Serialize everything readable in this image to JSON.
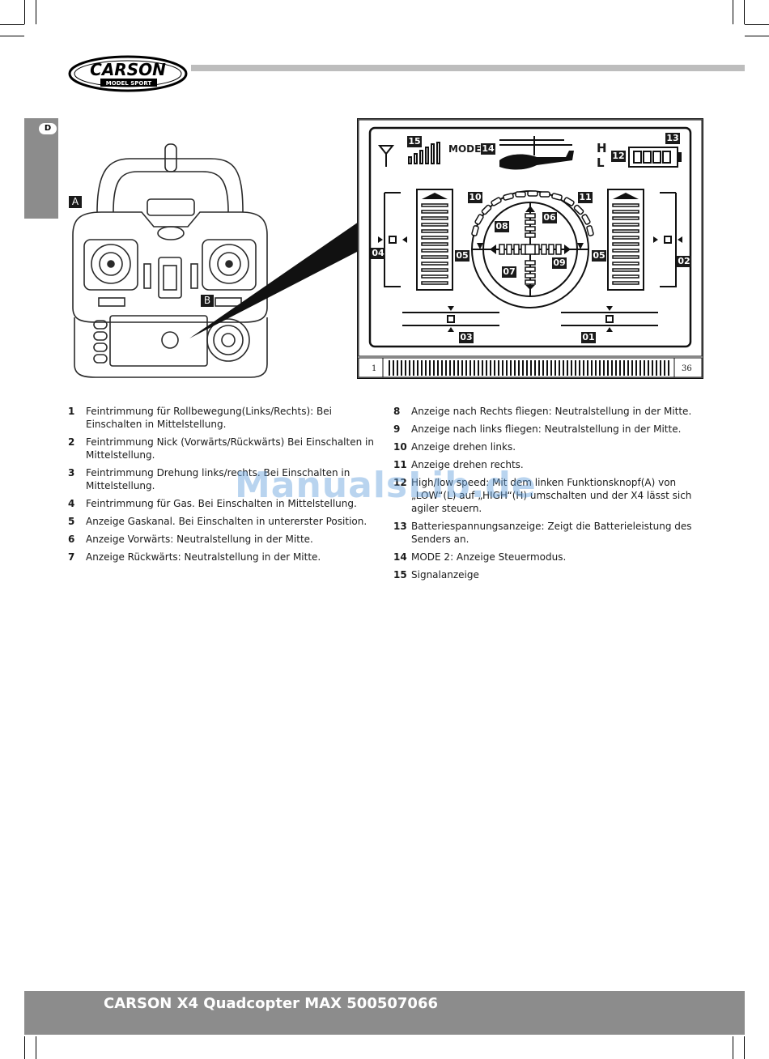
{
  "brand": {
    "name": "CARSON",
    "subname": "MODEL SPORT"
  },
  "side_tab": {
    "language": "D"
  },
  "figure": {
    "label_a": "A",
    "label_b": "B",
    "lcd": {
      "mode_text": "MODE1",
      "h_label": "H",
      "l_label": "L",
      "tags": [
        "15",
        "14",
        "13",
        "12",
        "10",
        "11",
        "08",
        "06",
        "04",
        "05",
        "05",
        "02",
        "07",
        "09",
        "03",
        "01"
      ],
      "scale_left": "1",
      "scale_right": "36"
    }
  },
  "legend_left": [
    {
      "num": "1",
      "text": "Feintrimmung für Rollbewegung(Links/Rechts): Bei Einschalten in Mittelstellung."
    },
    {
      "num": "2",
      "text": "Feintrimmung Nick (Vorwärts/Rückwärts) Bei Einschalten in Mittelstellung."
    },
    {
      "num": "3",
      "text": "Feintrimmung Drehung links/rechts. Bei Einschalten in Mittel­stellung."
    },
    {
      "num": "4",
      "text": "Feintrimmung für Gas. Bei Einschalten in Mittelstellung."
    },
    {
      "num": "5",
      "text": "Anzeige Gaskanal. Bei Einschalten in untererster Position."
    },
    {
      "num": "6",
      "text": "Anzeige Vorwärts: Neutralstellung in der Mitte."
    },
    {
      "num": "7",
      "text": "Anzeige Rückwärts: Neutralstellung in der Mitte."
    }
  ],
  "legend_right": [
    {
      "num": "8",
      "text": "Anzeige nach Rechts fliegen: Neutralstellung in der Mitte."
    },
    {
      "num": "9",
      "text": "Anzeige nach links fliegen: Neutralstellung in der Mitte."
    },
    {
      "num": "10",
      "text": "Anzeige drehen links."
    },
    {
      "num": "11",
      "text": "Anzeige drehen rechts."
    },
    {
      "num": "12",
      "text": "High/low speed: Mit dem linken Funktionsknopf(A) von „LOW“(L) auf „HIGH“(H) umschalten und der X4 lässt sich agiler steuern."
    },
    {
      "num": "13",
      "text": "Batteriespannungsanzeige: Zeigt die Batterieleistung des Senders an."
    },
    {
      "num": "14",
      "text": "MODE 2: Anzeige Steuermodus."
    },
    {
      "num": "15",
      "text": "Signalanzeige"
    }
  ],
  "watermark": "ManualsLib.de",
  "footer": {
    "title": "CARSON X4 Quadcopter MAX 500507066"
  }
}
